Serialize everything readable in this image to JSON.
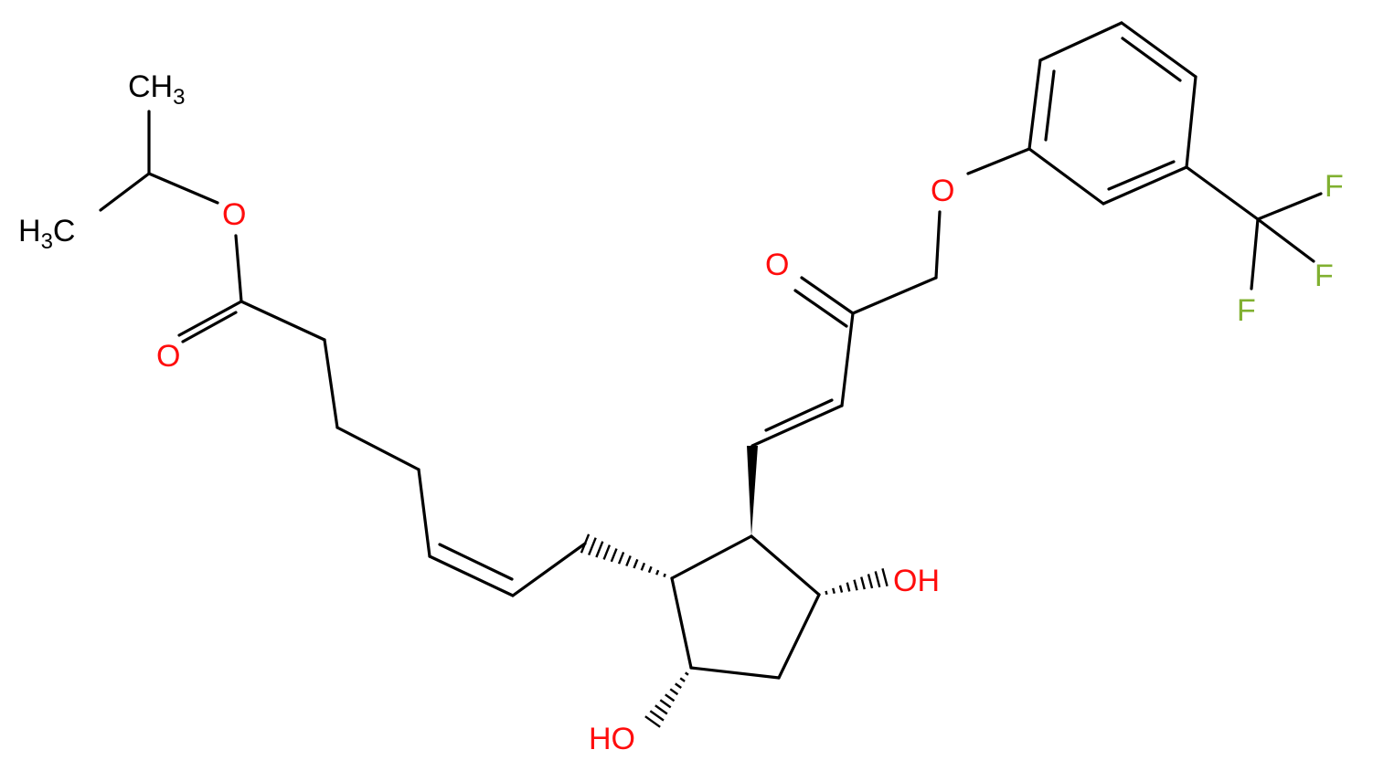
{
  "diagram": {
    "type": "chemical-structure",
    "colors": {
      "bond": "#000000",
      "carbon_label": "#000000",
      "oxygen": "#ff0d0d",
      "fluorine": "#80b030",
      "background": "#ffffff"
    },
    "labels": {
      "ch3_top": {
        "main": "CH",
        "sub": "3"
      },
      "h3c_left": {
        "main": "H",
        "sub": "3",
        "tail": "C"
      },
      "o_ester": "O",
      "o_carbonyl_acid": "O",
      "o_ketone": "O",
      "o_ether": "O",
      "oh_right": "OH",
      "oh_bottom": "HO",
      "f1": "F",
      "f2": "F",
      "f3": "F"
    }
  }
}
